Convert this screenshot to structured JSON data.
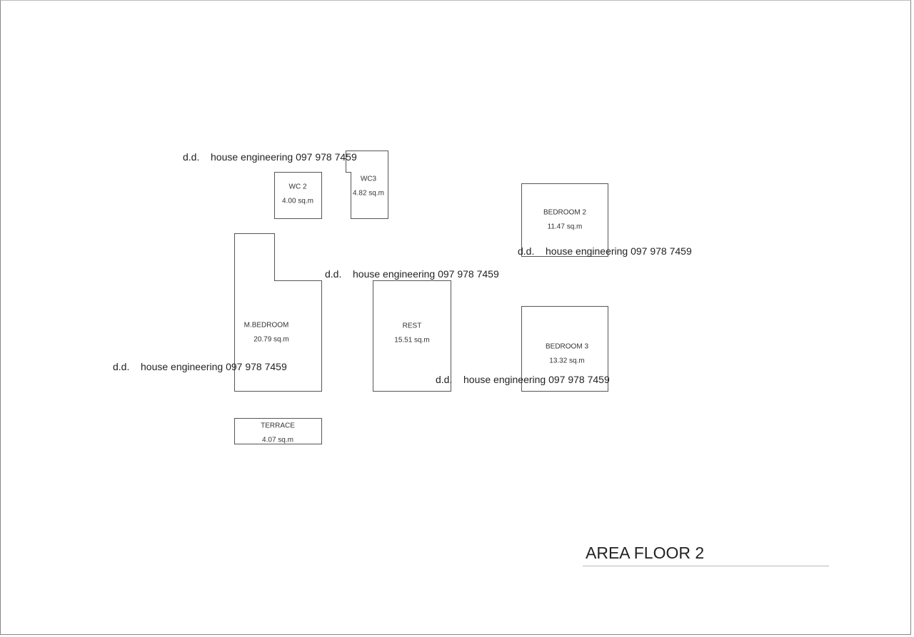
{
  "title": "AREA FLOOR 2",
  "watermark": {
    "prefix": "d.d.",
    "text": "house engineering 097 978 7459"
  },
  "rooms": [
    {
      "name": "WC 2",
      "area": "4.00 sq.m"
    },
    {
      "name": "WC3",
      "area": "4.82 sq.m"
    },
    {
      "name": "M.BEDROOM",
      "area": "20.79 sq.m"
    },
    {
      "name": "REST",
      "area": "15.51 sq.m"
    },
    {
      "name": "BEDROOM 2",
      "area": "11.47 sq.m"
    },
    {
      "name": "BEDROOM 3",
      "area": "13.32 sq.m"
    },
    {
      "name": "TERRACE",
      "area": "4.07 sq.m"
    }
  ]
}
